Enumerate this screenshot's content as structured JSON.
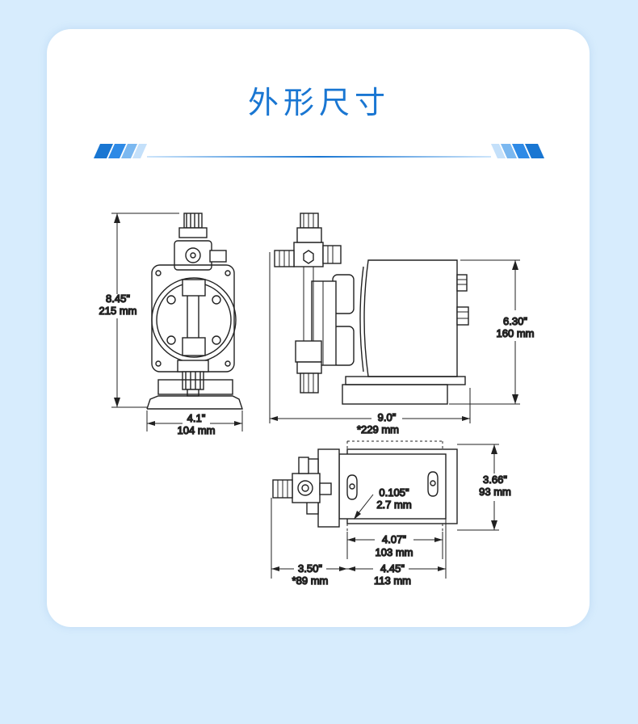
{
  "title": "外形尺寸",
  "dimensions": {
    "height": {
      "inch": "8.45\"",
      "mm": "215 mm"
    },
    "width_front": {
      "inch": "4.1\"",
      "mm": "104 mm"
    },
    "length": {
      "inch": "9.0\"",
      "mm": "*229 mm"
    },
    "side_height": {
      "inch": "6.30\"",
      "mm": "160 mm"
    },
    "base_depth": {
      "inch": "3.66\"",
      "mm": "93 mm"
    },
    "slot": {
      "inch": "0.105\"",
      "mm": "2.7 mm"
    },
    "bolt_spacing": {
      "inch": "4.07\"",
      "mm": "103 mm"
    },
    "front_offset": {
      "inch": "3.50\"",
      "mm": "*89 mm"
    },
    "base_length": {
      "inch": "4.45\"",
      "mm": "113 mm"
    }
  },
  "colors": {
    "accent": "#1976d2",
    "background": "#d7ecfd"
  }
}
